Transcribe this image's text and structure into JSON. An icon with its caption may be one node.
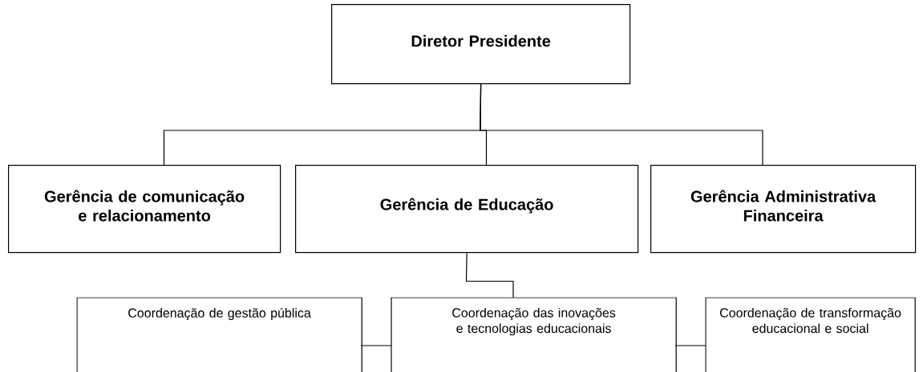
{
  "diagram": {
    "nodes": [
      {
        "text": [
          "Diretor Presidente"
        ]
      },
      {
        "text": [
          "Gerência de comunicação e relacionamento"
        ]
      },
      {
        "text": [
          "Gerência de Educação"
        ]
      },
      {
        "text": [
          "Gerência Administrativa Financeira"
        ]
      },
      {
        "text": [
          "Coordenação de gestão pública"
        ]
      },
      {
        "text": [
          "Coordenação das inovações e tecnologias educacionais"
        ]
      },
      {
        "text": [
          "Coordenação de transformação educacional e social"
        ]
      }
    ],
    "edges": [
      {
        "from": 0,
        "to": 1,
        "arrow": "none"
      },
      {
        "from": 0,
        "to": 2,
        "arrow": "none"
      },
      {
        "from": 0,
        "to": 3,
        "arrow": "none"
      },
      {
        "from": 2,
        "to": 5,
        "arrow": "none"
      },
      {
        "from": 4,
        "to": 5,
        "arrow": "none"
      },
      {
        "from": 5,
        "to": 6,
        "arrow": "none"
      }
    ]
  }
}
